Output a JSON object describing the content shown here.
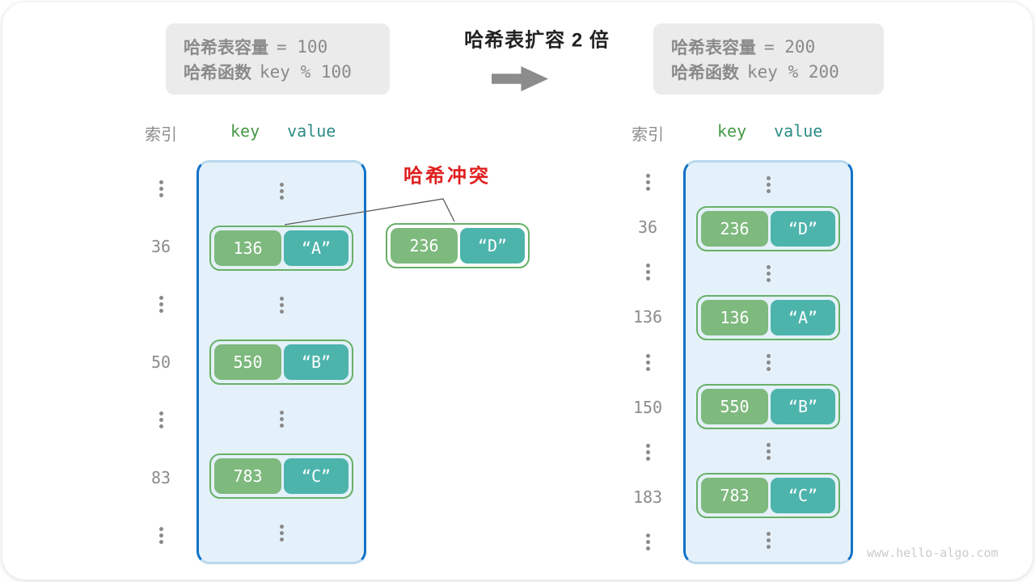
{
  "title": "哈希表扩容 2 倍",
  "collision_label": "哈希冲突",
  "watermark": "www.hello-algo.com",
  "legend_left": {
    "capacity_label": "哈希表容量",
    "capacity_value": "= 100",
    "hash_label": "哈希函数",
    "hash_value": "key % 100"
  },
  "legend_right": {
    "capacity_label": "哈希表容量",
    "capacity_value": "= 200",
    "hash_label": "哈希函数",
    "hash_value": "key % 200"
  },
  "collision_pair": {
    "key": "236",
    "value": "“D”"
  },
  "left_table": {
    "index_header": "索引",
    "key_header": "key",
    "value_header": "value",
    "rows": [
      {
        "type": "dots"
      },
      {
        "type": "pair",
        "index": "36",
        "key": "136",
        "value": "“A”"
      },
      {
        "type": "dots"
      },
      {
        "type": "pair",
        "index": "50",
        "key": "550",
        "value": "“B”"
      },
      {
        "type": "dots"
      },
      {
        "type": "pair",
        "index": "83",
        "key": "783",
        "value": "“C”"
      },
      {
        "type": "dots"
      }
    ]
  },
  "right_table": {
    "index_header": "索引",
    "key_header": "key",
    "value_header": "value",
    "rows": [
      {
        "type": "dots"
      },
      {
        "type": "pair",
        "index": "36",
        "key": "236",
        "value": "“D”"
      },
      {
        "type": "dots"
      },
      {
        "type": "pair",
        "index": "136",
        "key": "136",
        "value": "“A”"
      },
      {
        "type": "dots"
      },
      {
        "type": "pair",
        "index": "150",
        "key": "550",
        "value": "“B”"
      },
      {
        "type": "dots"
      },
      {
        "type": "pair",
        "index": "183",
        "key": "783",
        "value": "“C”"
      },
      {
        "type": "dots"
      }
    ]
  },
  "colors": {
    "bucket_fill": "#e4f1fa",
    "bucket_border": "#1272c8",
    "key_fill": "#7eb97e",
    "value_fill": "#4db4ac",
    "pair_border": "#68b068",
    "collision_red": "#e01f1f",
    "muted_gray": "#8a8a8a",
    "legend_bg": "#ebebeb"
  }
}
